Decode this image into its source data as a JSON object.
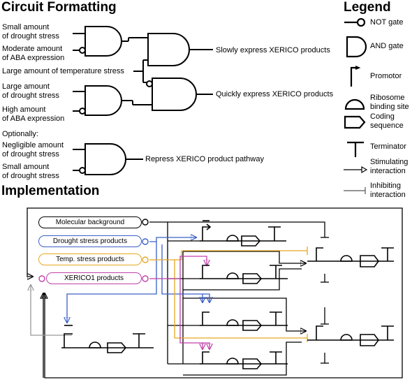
{
  "circuit": {
    "title": "Circuit Formatting",
    "inputs": [
      {
        "line1": "Small amount",
        "line2": "of drought stress"
      },
      {
        "line1": "Moderate amount",
        "line2": "of ABA expression"
      },
      {
        "line1": "Large amount of temperature stress",
        "line2": ""
      },
      {
        "line1": "Large amount",
        "line2": "of drought stress"
      },
      {
        "line1": "High amount",
        "line2": "of ABA expression"
      }
    ],
    "optional_label": "Optionally:",
    "optional_inputs": [
      {
        "line1": "Negligible amount",
        "line2": "of drought stress"
      },
      {
        "line1": "Small amount",
        "line2": "of drought stress"
      }
    ],
    "outputs": [
      "Slowly express XERICO products",
      "Quickly express XERICO products",
      "Repress XERICO product pathway"
    ]
  },
  "legend": {
    "title": "Legend",
    "items": [
      {
        "line1": "NOT gate",
        "line2": "",
        "icon": "not-gate-icon"
      },
      {
        "line1": "AND gate",
        "line2": "",
        "icon": "and-gate-icon"
      },
      {
        "line1": "Promotor",
        "line2": "",
        "icon": "promoter-icon"
      },
      {
        "line1": "Ribosome",
        "line2": "binding site",
        "icon": "ribosome-binding-site-icon"
      },
      {
        "line1": "Coding",
        "line2": "sequence",
        "icon": "coding-sequence-icon"
      },
      {
        "line1": "Terminator",
        "line2": "",
        "icon": "terminator-icon"
      },
      {
        "line1": "Stimulating",
        "line2": "interaction",
        "icon": "stimulating-arrow-icon"
      },
      {
        "line1": "Inhibiting",
        "line2": "interaction",
        "icon": "inhibiting-arrow-icon"
      }
    ]
  },
  "implementation": {
    "title": "Implementation",
    "sources": [
      {
        "label": "Molecular background",
        "color": "#000000"
      },
      {
        "label": "Drought stress products",
        "color": "#3a5fc8"
      },
      {
        "label": "Temp. stress products",
        "color": "#e8a820"
      },
      {
        "label": "XERICO1 products",
        "color": "#c040a8"
      }
    ],
    "feedback_color": "#999999"
  }
}
